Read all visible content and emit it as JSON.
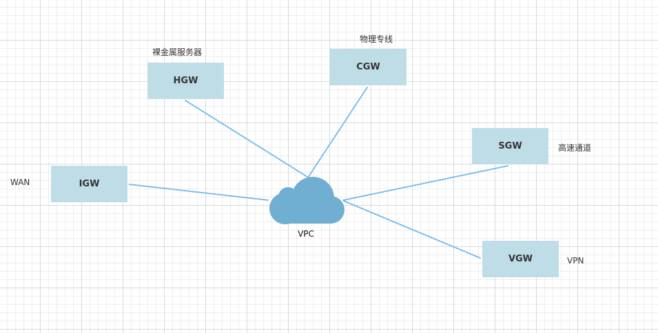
{
  "colors": {
    "node_fill": "#bfdde7",
    "cloud_fill": "#70afd1",
    "connector": "#70b8ea",
    "text": "#333333"
  },
  "center": {
    "label": "VPC",
    "icon": "cloud-icon"
  },
  "gateways": [
    {
      "id": "hgw",
      "label": "HGW",
      "note": "裸金属服务器"
    },
    {
      "id": "cgw",
      "label": "CGW",
      "note": "物理专线"
    },
    {
      "id": "sgw",
      "label": "SGW",
      "note": "高速通道"
    },
    {
      "id": "igw",
      "label": "IGW",
      "note": "WAN"
    },
    {
      "id": "vgw",
      "label": "VGW",
      "note": "VPN"
    }
  ],
  "connections": [
    {
      "from": "hgw",
      "to": "vpc",
      "style": "dotted"
    },
    {
      "from": "cgw",
      "to": "vpc",
      "style": "dotted"
    },
    {
      "from": "sgw",
      "to": "vpc",
      "style": "dotted"
    },
    {
      "from": "igw",
      "to": "vpc",
      "style": "dotted"
    },
    {
      "from": "vgw",
      "to": "vpc",
      "style": "dotted"
    }
  ]
}
